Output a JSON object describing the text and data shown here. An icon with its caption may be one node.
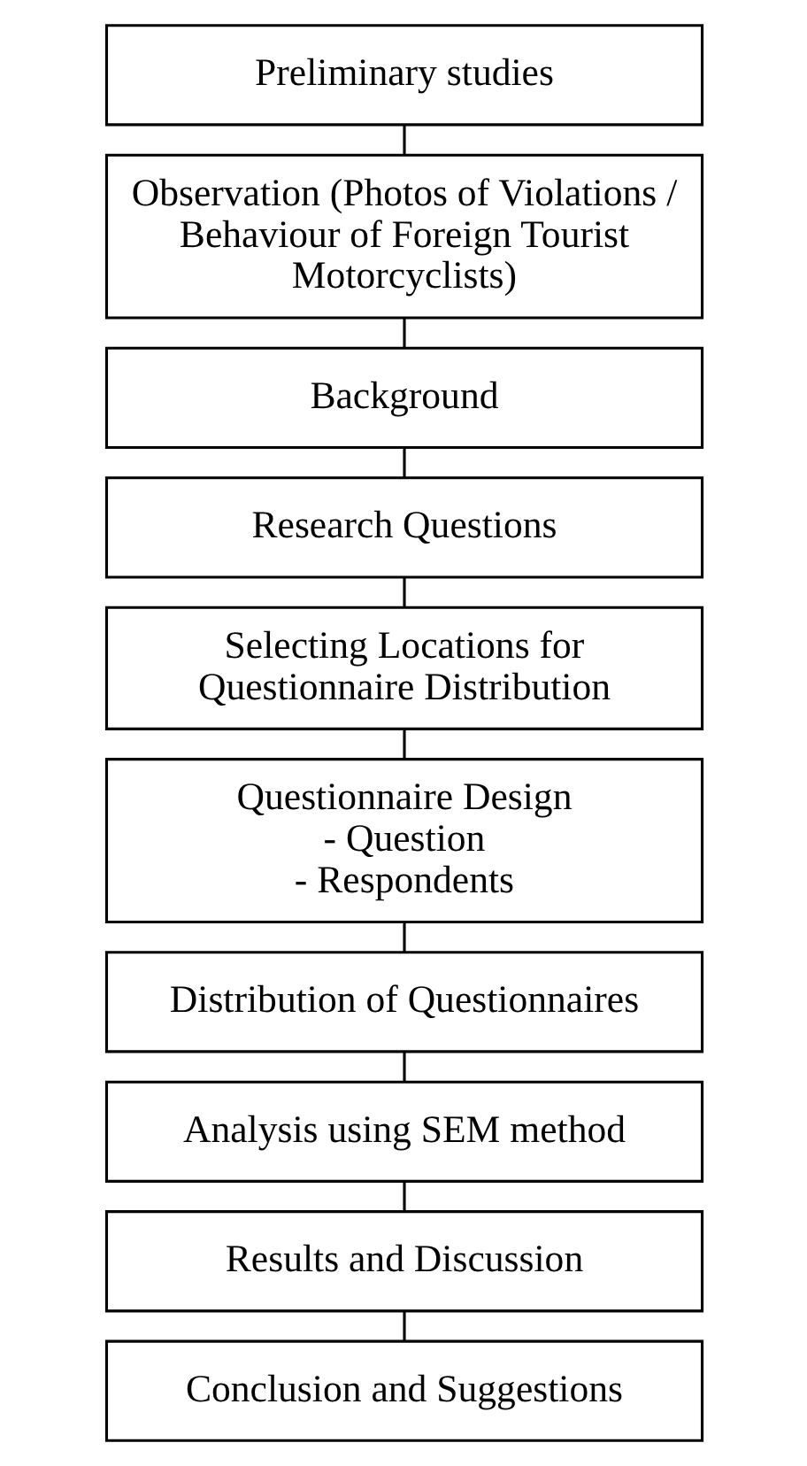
{
  "diagram": {
    "nodes": [
      {
        "text": [
          "Preliminary studies"
        ]
      },
      {
        "text": [
          "Observation (Photos of Violations / Behaviour of Foreign Tourist Motorcyclists)"
        ]
      },
      {
        "text": [
          "Background"
        ]
      },
      {
        "text": [
          "Research Questions"
        ]
      },
      {
        "text": [
          "Selecting Locations for Questionnaire Distribution"
        ]
      },
      {
        "text": [
          "Questionnaire Design",
          "- Question",
          "- Respondents"
        ]
      },
      {
        "text": [
          "Distribution of Questionnaires"
        ]
      },
      {
        "text": [
          "Analysis using SEM method"
        ]
      },
      {
        "text": [
          "Results and Discussion"
        ]
      },
      {
        "text": [
          "Conclusion and Suggestions"
        ]
      }
    ],
    "edges": [
      {
        "from": 0,
        "to": 1,
        "arrow": "none"
      },
      {
        "from": 1,
        "to": 2,
        "arrow": "none"
      },
      {
        "from": 2,
        "to": 3,
        "arrow": "none"
      },
      {
        "from": 3,
        "to": 4,
        "arrow": "none"
      },
      {
        "from": 4,
        "to": 5,
        "arrow": "none"
      },
      {
        "from": 5,
        "to": 6,
        "arrow": "none"
      },
      {
        "from": 6,
        "to": 7,
        "arrow": "none"
      },
      {
        "from": 7,
        "to": 8,
        "arrow": "none"
      },
      {
        "from": 8,
        "to": 9,
        "arrow": "none"
      }
    ]
  }
}
